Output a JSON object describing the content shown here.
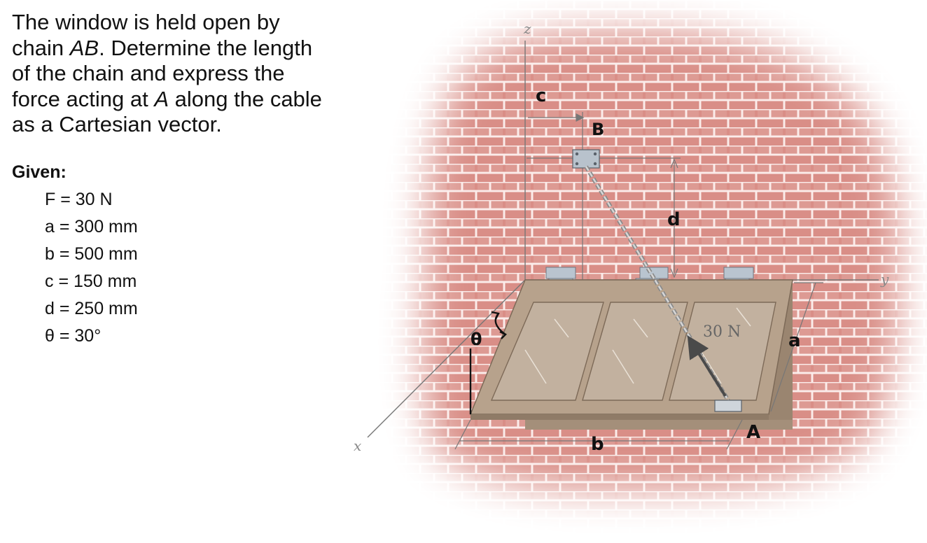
{
  "problem": {
    "lines": [
      [
        "The window is held open by"
      ],
      [
        "chain ",
        {
          "i": "AB"
        },
        ". Determine the length"
      ],
      [
        "of the chain and express the"
      ],
      [
        "force acting at ",
        {
          "i": "A"
        },
        " along the cable"
      ],
      [
        "as a Cartesian vector."
      ]
    ]
  },
  "given": {
    "heading": "Given:",
    "items": [
      "F = 30 N",
      "a = 300 mm",
      "b = 500 mm",
      "c = 150 mm",
      "d = 250 mm",
      "θ = 30°"
    ]
  },
  "figure": {
    "axis_z": "z",
    "axis_y": "y",
    "axis_x": "x",
    "label_c": "c",
    "label_B": "B",
    "label_d": "d",
    "label_theta": "θ",
    "force_label": "30 N",
    "label_a": "a",
    "label_A": "A",
    "label_b": "b",
    "colors": {
      "brick": "#d9908a",
      "mortar": "#fbecea",
      "frame": "#b7a28c",
      "frame_dark": "#8a7562",
      "glass": "#bcab98",
      "chain": "#a9a9a9",
      "arrow": "#555555"
    }
  }
}
